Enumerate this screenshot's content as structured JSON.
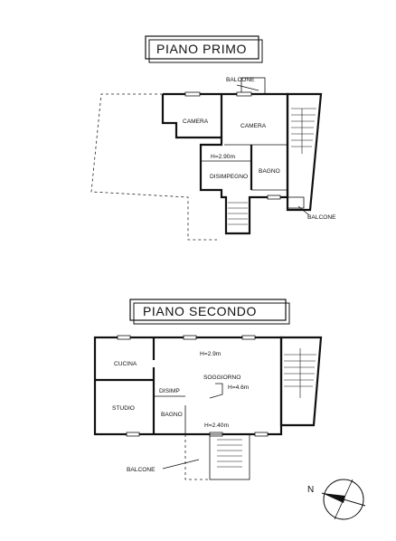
{
  "floor1": {
    "title": "PIANO PRIMO",
    "rooms": {
      "balcone_top": "BALCONE",
      "camera_left": "CAMERA",
      "camera_right": "CAMERA",
      "height": "H=2.90m",
      "disimpegno": "DISIMPEGNO",
      "bagno": "BAGNO",
      "balcone_right": "BALCONE"
    }
  },
  "floor2": {
    "title": "PIANO SECONDO",
    "rooms": {
      "cucina": "CUCINA",
      "height_top": "H=2.9m",
      "soggiorno": "SOGGIORNO",
      "height_mid": "H=4.6m",
      "disimp": "DISIMP",
      "studio": "STUDIO",
      "bagno": "BAGNO",
      "height_low": "H=2.40m",
      "balcone": "BALCONE"
    }
  },
  "compass": {
    "label": "N"
  }
}
